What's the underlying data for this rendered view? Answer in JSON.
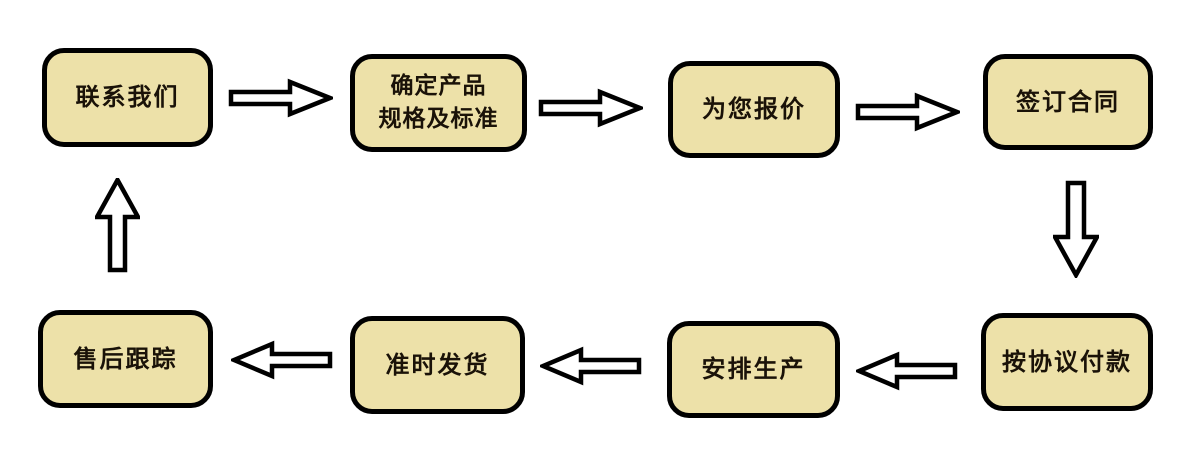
{
  "diagram": {
    "type": "flowchart",
    "description": "Circular order-process flowchart with eight steps connected by hollow block arrows",
    "colors": {
      "box_fill": "#EDE1A9",
      "box_border": "#000000",
      "box_text": "#1A1208",
      "arrow_fill": "#FFFFFF",
      "arrow_outline": "#000000",
      "background": "#FFFFFF"
    },
    "steps": [
      {
        "id": 1,
        "label": "联系我们"
      },
      {
        "id": 2,
        "label": "确定产品\n规格及标准"
      },
      {
        "id": 3,
        "label": "为您报价"
      },
      {
        "id": 4,
        "label": "签订合同"
      },
      {
        "id": 5,
        "label": "按协议付款"
      },
      {
        "id": 6,
        "label": "安排生产"
      },
      {
        "id": 7,
        "label": "准时发货"
      },
      {
        "id": 8,
        "label": "售后跟踪"
      }
    ],
    "connections": [
      {
        "from": "联系我们",
        "to": "确定产品规格及标准",
        "direction": "right"
      },
      {
        "from": "确定产品规格及标准",
        "to": "为您报价",
        "direction": "right"
      },
      {
        "from": "为您报价",
        "to": "签订合同",
        "direction": "right"
      },
      {
        "from": "签订合同",
        "to": "按协议付款",
        "direction": "down"
      },
      {
        "from": "按协议付款",
        "to": "安排生产",
        "direction": "left"
      },
      {
        "from": "安排生产",
        "to": "准时发货",
        "direction": "left"
      },
      {
        "from": "准时发货",
        "to": "售后跟踪",
        "direction": "left"
      },
      {
        "from": "售后跟踪",
        "to": "联系我们",
        "direction": "up"
      }
    ]
  }
}
